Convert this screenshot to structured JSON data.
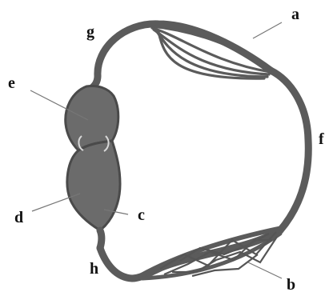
{
  "diagram": {
    "labels": {
      "a": "a",
      "b": "b",
      "c": "c",
      "d": "d",
      "e": "e",
      "f": "f",
      "g": "g",
      "h": "h"
    }
  }
}
